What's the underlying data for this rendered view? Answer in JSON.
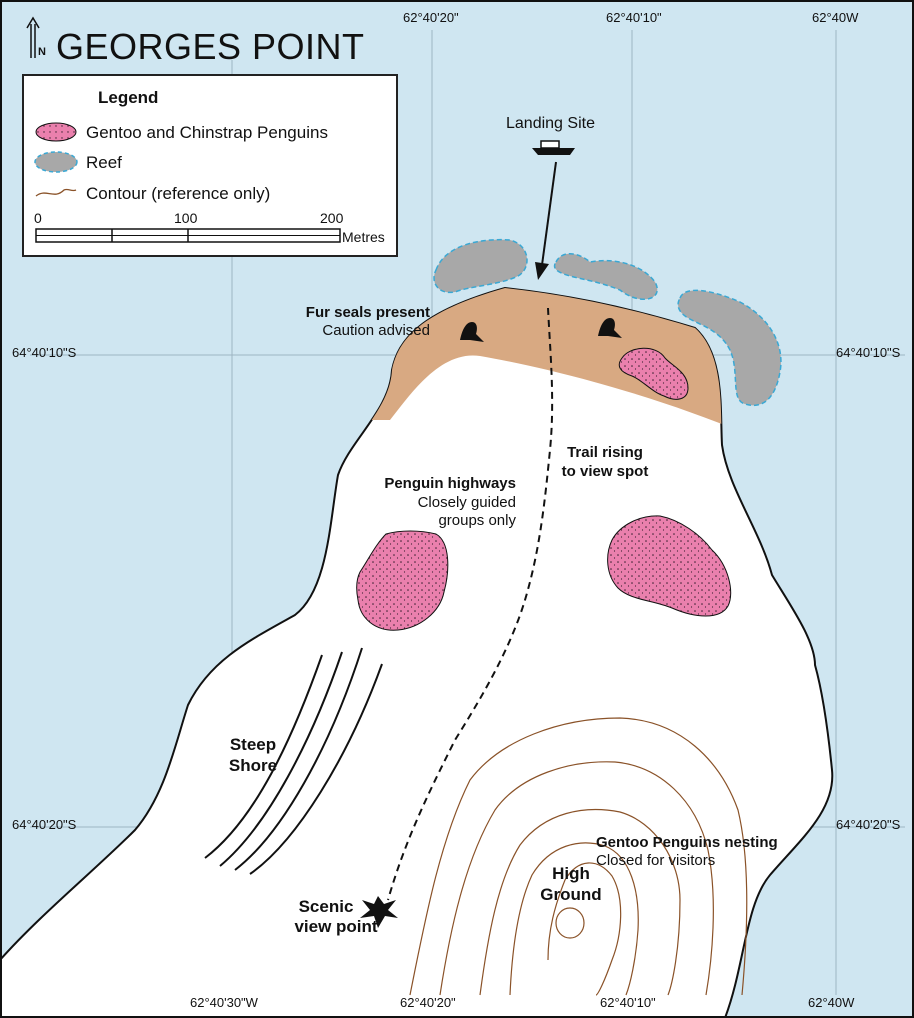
{
  "title": "GEORGES POINT",
  "north_arrow": {
    "label": "N",
    "icon": "north-arrow-icon"
  },
  "colors": {
    "sea": "#cfe6f1",
    "land": "#ffffff",
    "fur_seal_zone": "#d8a982",
    "penguin": "#ea80ad",
    "reef": "#a8a8a8",
    "reef_outline": "#3aa8d4",
    "contour": "#8a5228",
    "grid": "#9db5c2"
  },
  "legend": {
    "title": "Legend",
    "items": [
      {
        "label": "Gentoo and Chinstrap Penguins",
        "icon": "penguin-area-icon"
      },
      {
        "label": "Reef",
        "icon": "reef-icon"
      },
      {
        "label": "Contour (reference only)",
        "icon": "contour-line-icon"
      }
    ],
    "scale": {
      "ticks": [
        "0",
        "100",
        "200"
      ],
      "unit": "Metres"
    }
  },
  "coordinates": {
    "top": [
      "62°40'20\"",
      "62°40'10\"",
      "62°40W"
    ],
    "bottom": [
      "62°40'30\"W",
      "62°40'20\"",
      "62°40'10\"",
      "62°40W"
    ],
    "left": [
      "64°40'10\"S",
      "64°40'20\"S"
    ],
    "right": [
      "64°40'10\"S",
      "64°40'20\"S"
    ]
  },
  "labels": {
    "landing_site": "Landing Site",
    "fur_seals_title": "Fur seals present",
    "fur_seals_sub": "Caution advised",
    "trail_line1": "Trail rising",
    "trail_line2": "to view spot",
    "highways_title": "Penguin highways",
    "highways_sub1": "Closely guided",
    "highways_sub2": "groups only",
    "steep_line1": "Steep",
    "steep_line2": "Shore",
    "gentoo_title": "Gentoo Penguins nesting",
    "gentoo_sub": "Closed for visitors",
    "high_line1": "High",
    "high_line2": "Ground",
    "scenic_line1": "Scenic",
    "scenic_line2": "view point"
  }
}
